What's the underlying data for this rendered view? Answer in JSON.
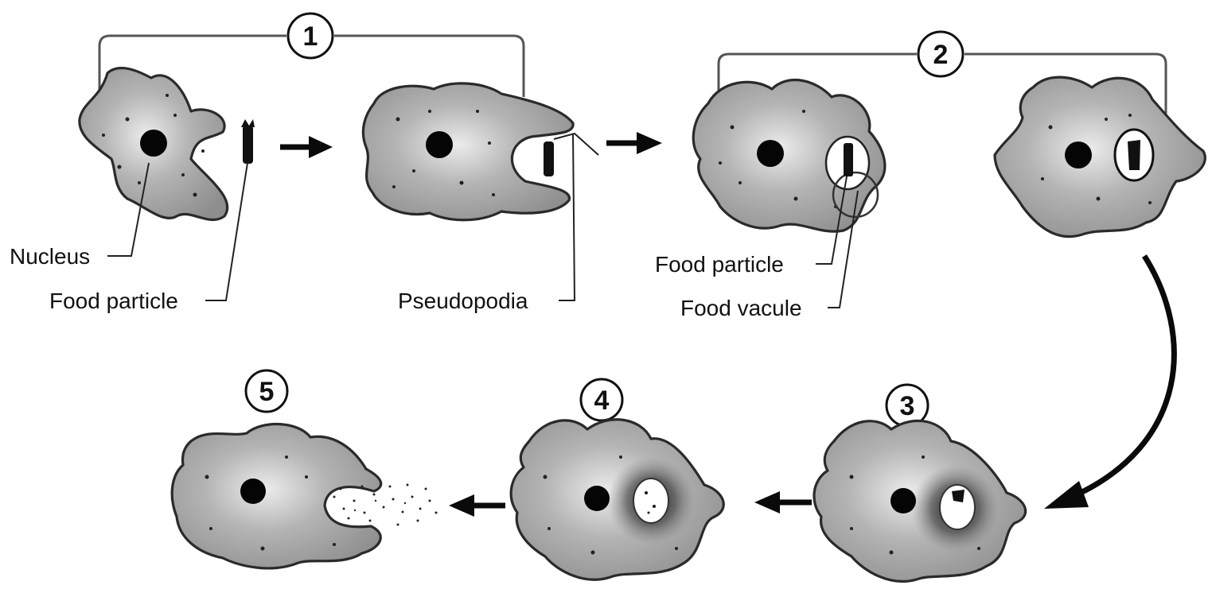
{
  "labels": {
    "nucleus": "Nucleus",
    "food_particle_1": "Food particle",
    "pseudopodia": "Pseudopodia",
    "food_particle_2": "Food particle",
    "food_vacule": "Food vacule"
  },
  "steps": [
    "1",
    "2",
    "3",
    "4",
    "5"
  ],
  "colors": {
    "cell_fill": "#9a9a9a",
    "cell_center": "#e6e6e6",
    "outline": "#2a2a2a",
    "ink": "#0a0a0a",
    "bracket": "#555555"
  }
}
